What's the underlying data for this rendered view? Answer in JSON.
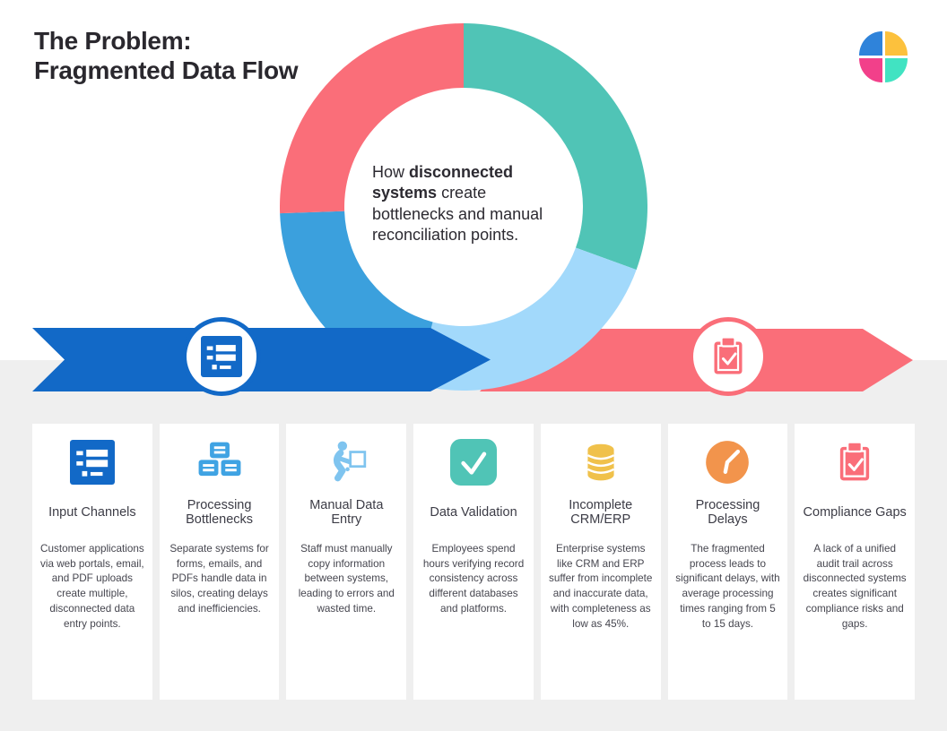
{
  "colors": {
    "band_bg": "#efefef",
    "title": "#2a282e",
    "banner_blue": "#1269c7",
    "banner_red": "#fa6e79"
  },
  "header": {
    "title_line1": "The Problem:",
    "title_line2": "Fragmented Data Flow"
  },
  "logo": {
    "colors": {
      "top_left": "#2f83da",
      "top_right": "#fcc13d",
      "bottom_left": "#f2408a",
      "bottom_right": "#41e3c2"
    }
  },
  "donut": {
    "center_text_prefix": "How ",
    "center_text_bold": "disconnected systems",
    "center_text_suffix": " create bottlenecks and manual reconciliation points.",
    "segments": [
      {
        "name": "teal",
        "color": "#50c4b6",
        "from_deg": 0,
        "to_deg": 110
      },
      {
        "name": "light-blue",
        "color": "#a2d9fb",
        "from_deg": 110,
        "to_deg": 195
      },
      {
        "name": "blue",
        "color": "#3ba0dd",
        "from_deg": 195,
        "to_deg": 268
      },
      {
        "name": "red",
        "color": "#fa6e79",
        "from_deg": 268,
        "to_deg": 360
      }
    ]
  },
  "cards": [
    {
      "icon": "form-icon",
      "icon_color": "#1269c7",
      "title": "Input Channels",
      "body": "Customer applications via web portals, email, and PDF uploads create multiple, disconnected data entry points."
    },
    {
      "icon": "stacked-systems-icon",
      "icon_color": "#3fa3e3",
      "title": "Processing Bottlenecks",
      "body": "Separate systems for forms, emails, and PDFs handle data in silos, creating delays and inefficiencies."
    },
    {
      "icon": "manual-entry-person-icon",
      "icon_color": "#7fc4ef",
      "title": "Manual Data Entry",
      "body": "Staff must manually copy information between systems, leading to errors and wasted time."
    },
    {
      "icon": "check-square-icon",
      "icon_color": "#50c4b6",
      "title": "Data Validation",
      "body": "Employees spend hours verifying record consistency across different databases and platforms."
    },
    {
      "icon": "database-icon",
      "icon_color": "#f0c14b",
      "title": "Incomplete CRM/ERP",
      "body": "Enterprise systems like CRM and ERP suffer from incomplete and inaccurate data, with completeness as low as 45%."
    },
    {
      "icon": "clock-icon",
      "icon_color": "#f2944c",
      "title": "Processing Delays",
      "body": "The fragmented process leads to significant delays, with average processing times ranging from 5 to 15 days."
    },
    {
      "icon": "clipboard-check-icon",
      "icon_color": "#fa6e79",
      "title": "Compliance Gaps",
      "body": "A lack of a unified audit trail across disconnected systems creates significant compliance risks and gaps."
    }
  ]
}
